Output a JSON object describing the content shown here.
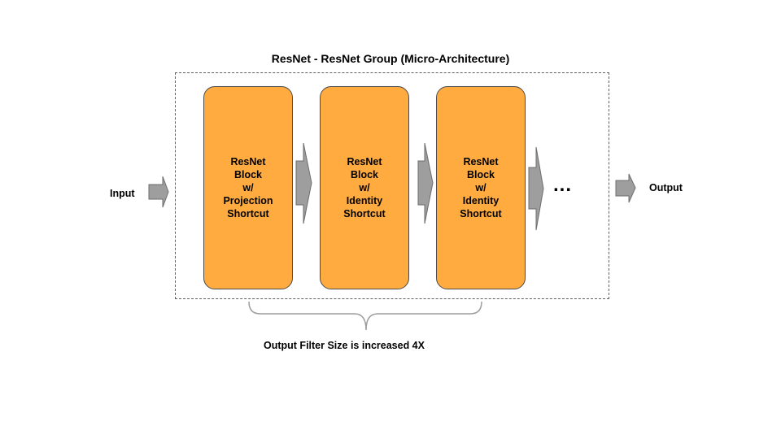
{
  "diagram": {
    "title": "ResNet - ResNet Group (Micro-Architecture)",
    "input_label": "Input",
    "output_label": "Output",
    "blocks": [
      {
        "label": "ResNet\nBlock\nw/\nProjection\nShortcut"
      },
      {
        "label": "ResNet\nBlock\nw/\nIdentity\nShortcut"
      },
      {
        "label": "ResNet\nBlock\nw/\nIdentity\nShortcut"
      }
    ],
    "continuation": "...",
    "brace_note": "Output Filter Size is increased 4X"
  },
  "colors": {
    "block_fill": "#ffab40",
    "arrow_fill": "#9e9e9e",
    "frame_stroke": "#5f5f5f"
  }
}
